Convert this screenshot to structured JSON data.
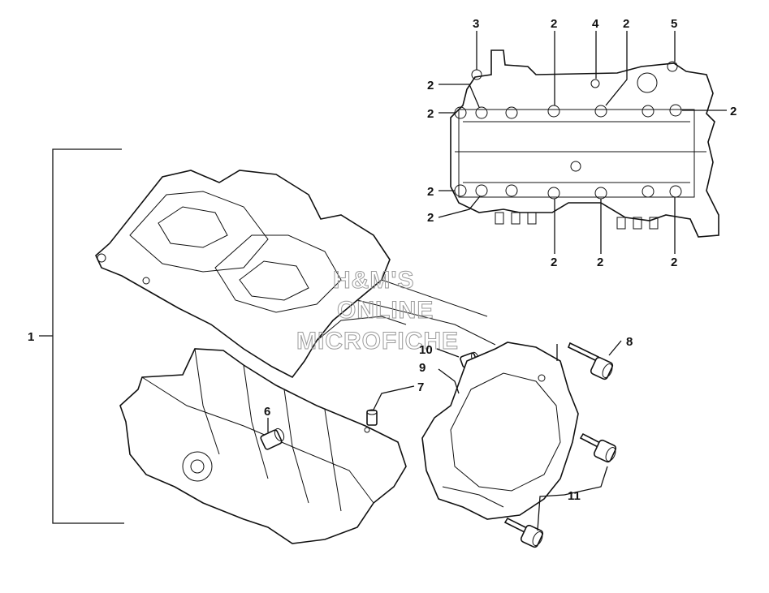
{
  "watermark": {
    "line1": "H&M'S",
    "line2": "ONLINE",
    "line3": "MICROFICHE"
  },
  "callouts": {
    "c1": "1",
    "c2": "2",
    "c3": "3",
    "c4": "4",
    "c5": "5",
    "c6": "6",
    "c7": "7",
    "c8": "8",
    "c9": "9",
    "c10": "10",
    "c11": "11"
  },
  "colors": {
    "line": "#111111",
    "watermark": "#9a9a9a",
    "background": "#ffffff"
  }
}
